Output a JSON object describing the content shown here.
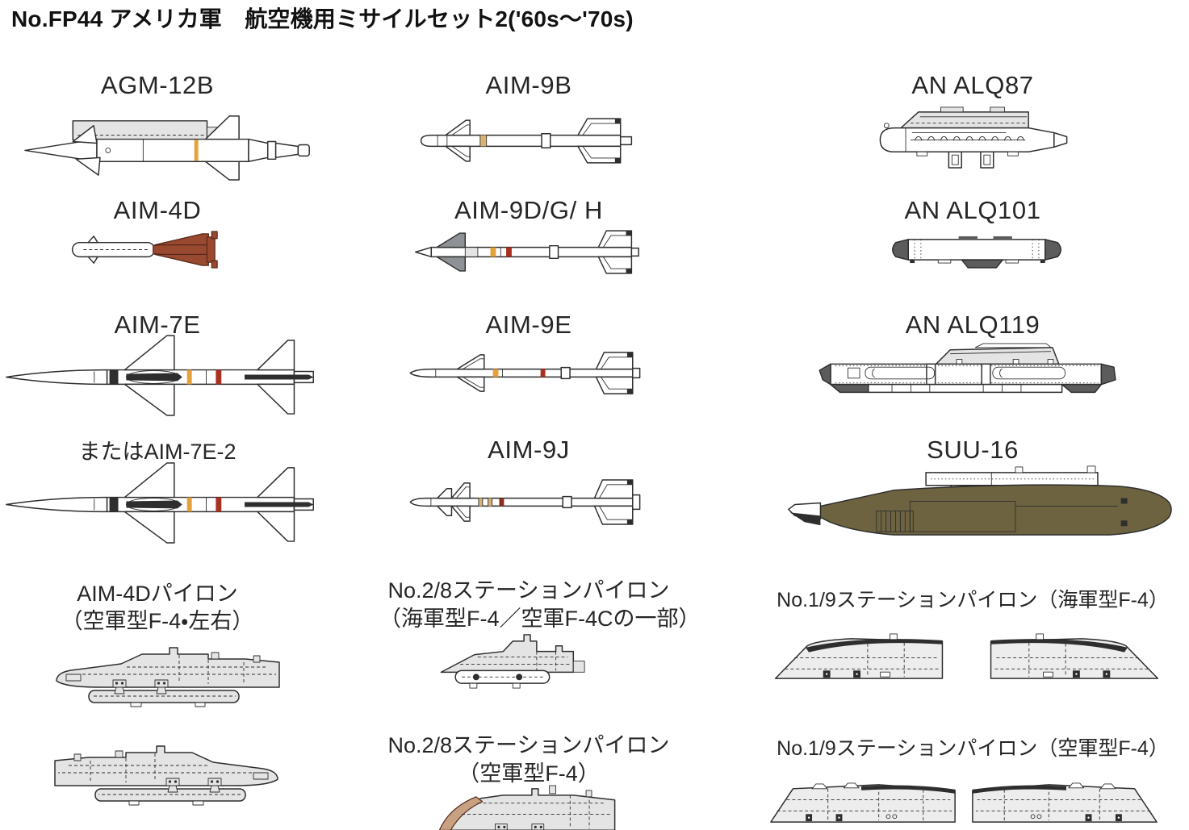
{
  "page": {
    "title": "No.FP44 アメリカ軍　航空機用ミサイルセット2('60s〜'70s)"
  },
  "colors": {
    "ink": "#2e2e2e",
    "aim4d_body": "#99492f",
    "band_yellow": "#e5a23c",
    "band_tan": "#d8b273",
    "band_red": "#a83222",
    "band_darkred": "#8a2f1d",
    "canard_gray": "#8e9296",
    "pylon_gray": "#e4e4e4",
    "pod_dark": "#5c5c5c",
    "suu16_olive": "#6d6340",
    "pylon_tan": "#c8a183"
  },
  "items": {
    "agm12b": {
      "label": "AGM-12B"
    },
    "aim9b": {
      "label": "AIM-9B"
    },
    "alq87": {
      "label": "AN ALQ87"
    },
    "aim4d": {
      "label": "AIM-4D"
    },
    "aim9dgh": {
      "label": "AIM-9D/G/ H"
    },
    "alq101": {
      "label": "AN ALQ101"
    },
    "aim7e": {
      "label": "AIM-7E"
    },
    "aim9e": {
      "label": "AIM-9E"
    },
    "alq119": {
      "label": "AN ALQ119"
    },
    "aim7e2": {
      "label": "またはAIM-7E-2"
    },
    "aim9j": {
      "label": "AIM-9J"
    },
    "suu16": {
      "label": "SUU-16"
    },
    "aim4d_pylon": {
      "label1": "AIM-4Dパイロン",
      "label2": "（空軍型F-4・左右）"
    },
    "no28_navy": {
      "label1": "No.2/8ステーションパイロン",
      "label2": "（海軍型F-4／空軍F-4Cの一部）"
    },
    "no28_af": {
      "label1": "No.2/8ステーションパイロン",
      "label2": "（空軍型F-4）"
    },
    "no19_navy": {
      "label": "No.1/9ステーションパイロン（海軍型F-4）"
    },
    "no19_af": {
      "label": "No.1/9ステーションパイロン（空軍型F-4）"
    }
  }
}
